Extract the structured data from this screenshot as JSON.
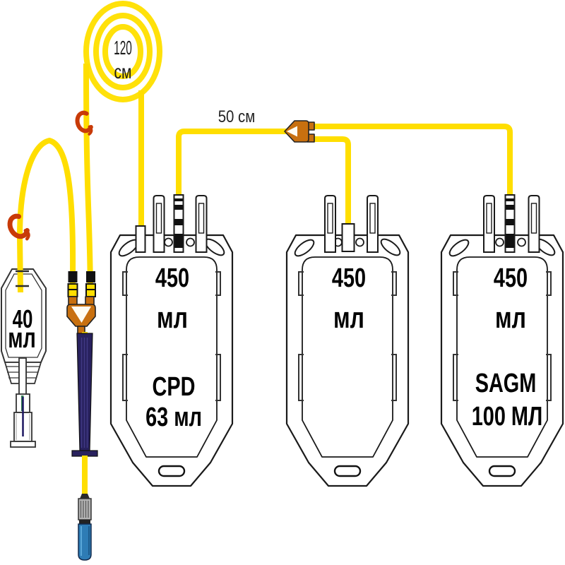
{
  "coil": {
    "length_value": "120",
    "length_unit": "см"
  },
  "connecting_tube": {
    "length_label": "50 см"
  },
  "sample_pouch": {
    "volume_value": "40",
    "volume_unit": "мл"
  },
  "bags": [
    {
      "volume_value": "450",
      "volume_unit": "мл",
      "solution_name": "CPD",
      "solution_volume": "63 мл"
    },
    {
      "volume_value": "450",
      "volume_unit": "мл",
      "solution_name": "",
      "solution_volume": ""
    },
    {
      "volume_value": "450",
      "volume_unit": "мл",
      "solution_name": "SAGM",
      "solution_volume": "100 МЛ"
    }
  ],
  "colors": {
    "tubing_yellow": "#FFDE00",
    "clamp_orange": "#C83A08",
    "connector_brown": "#C8700F",
    "needle_cover_navy": "#28215E",
    "needle_cap_blue": "#2E7CB5",
    "sample_needle_green": "#2E7D4F",
    "outline_dark": "#1A1A1A",
    "background": "#FFFFFF"
  }
}
